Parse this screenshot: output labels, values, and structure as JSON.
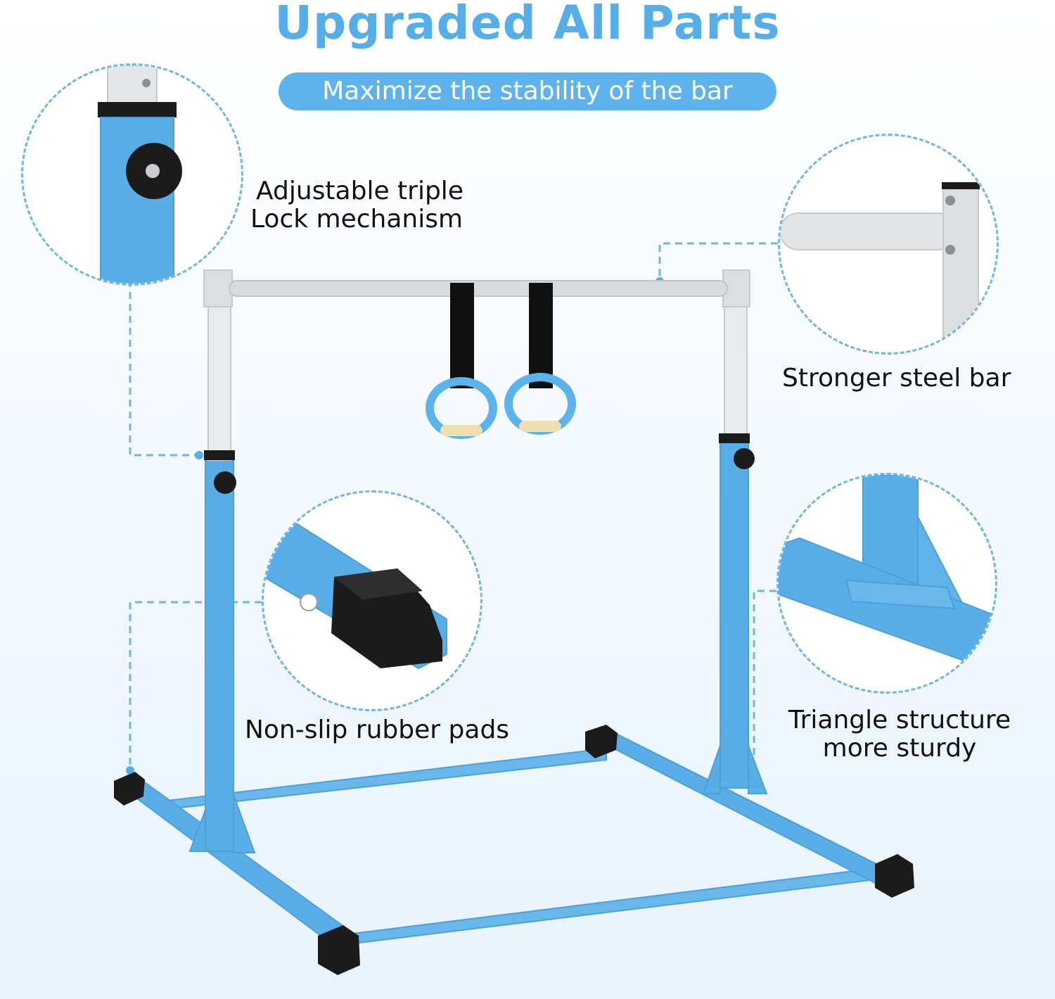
{
  "header": {
    "title": "Upgraded All Parts",
    "subtitle": "Maximize the stability of the bar"
  },
  "features": {
    "lock": {
      "line1": "Adjustable triple",
      "line2": "Lock mechanism"
    },
    "bar": {
      "line1": "Stronger steel bar"
    },
    "pads": {
      "line1": "Non-slip rubber pads"
    },
    "triangle": {
      "line1": "Triangle structure",
      "line2": "more sturdy"
    }
  },
  "colors": {
    "accent": "#55aee9",
    "pill": "#5fb3ec",
    "frame_blue": "#5aaee8",
    "steel": "#d9dcdf",
    "rubber": "#1b1b1b",
    "dashed_line": "#6fb6e6"
  }
}
